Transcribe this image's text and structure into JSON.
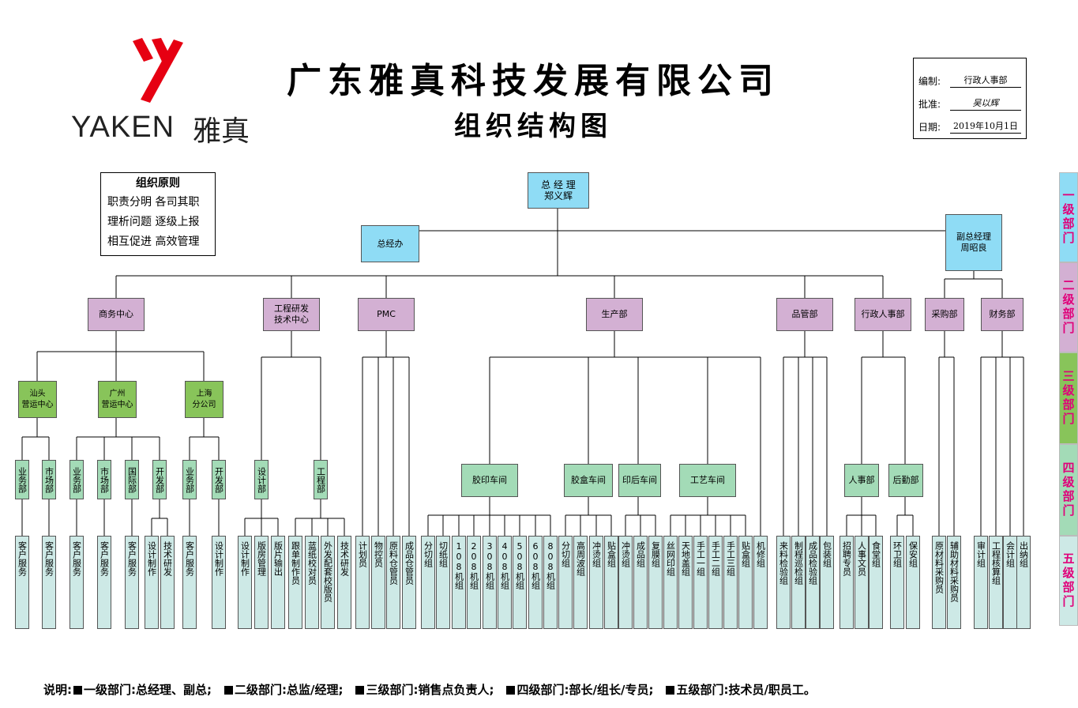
{
  "company": {
    "logo_text": "YAKEN",
    "logo_cn": "雅真",
    "title": "广东雅真科技发展有限公司",
    "subtitle": "组织结构图"
  },
  "meta": {
    "editor_label": "编制:",
    "editor_value": "行政人事部",
    "approve_label": "批准:",
    "approve_value": "吴以辉",
    "date_label": "日期:",
    "date_value": "2019年10月1日"
  },
  "principles": {
    "title": "组织原则",
    "lines": [
      "职责分明  各司其职",
      "理析问题  逐级上报",
      "相互促进  高效管理"
    ]
  },
  "level1": {
    "gm": "总 经 理\n郑义辉",
    "office": "总经办",
    "vgm": "副总经理\n周昭良"
  },
  "level2": [
    "商务中心",
    "工程研发\n技术中心",
    "PMC",
    "生产部",
    "品管部",
    "行政人事部",
    "采购部",
    "财务部"
  ],
  "level3": [
    "汕头\n营运中心",
    "广州\n营运中心",
    "上海\n分公司"
  ],
  "level4_vertical": [
    "业务部",
    "市场部",
    "业务部",
    "市场部",
    "国际部",
    "开发部",
    "业务部",
    "开发部",
    "设计部",
    "工程部"
  ],
  "level4_horizontal": [
    "胶印车间",
    "胶盒车间",
    "印后车间",
    "工艺车间",
    "人事部",
    "后勤部"
  ],
  "level5": [
    "客户服务",
    "客户服务",
    "客户服务",
    "客户服务",
    "客户服务",
    "设计制作",
    "技术研发",
    "客户服务",
    "设计制作",
    "设计制作",
    "版房管理",
    "版片输出",
    "跟单制作员",
    "蓝纸校对员",
    "外发配套校版员",
    "技术研发",
    "计划员",
    "物控员",
    "原料仓管员",
    "成品仓管员",
    "分切组",
    "切纸组",
    "108机组",
    "208机组",
    "308机组",
    "408机组",
    "508机组",
    "608机组",
    "808机组",
    "分切组",
    "高周波组",
    "冲烫组",
    "贴盒组",
    "冲烫组",
    "成品组",
    "复膜组",
    "丝网印组",
    "天地盖组",
    "手工一组",
    "手工二组",
    "手工三组",
    "贴盒组",
    "机修组",
    "来料检验组",
    "制程巡检组",
    "成品检验组",
    "包装组",
    "招聘专员",
    "人事文员",
    "食堂组",
    "环卫组",
    "保安组",
    "原材料采购员",
    "辅助材料采购员",
    "审计组",
    "工程核算组",
    "会计组",
    "出纳组"
  ],
  "sidebar": [
    "一级部门",
    "二级部门",
    "三级部门",
    "四级部门",
    "五级部门"
  ],
  "colors": {
    "level1": "#8fdcf5",
    "level2": "#d3b0d3",
    "level3": "#88c45a",
    "level4": "#a3dbb7",
    "level5": "#cde9e6",
    "sidebar_text": "#e0007a"
  },
  "footer": {
    "prefix": "说明:",
    "items": [
      "一级部门:总经理、副总;",
      "二级部门:总监/经理;",
      "三级部门:销售点负责人;",
      "四级部门:部长/组长/专员;",
      "五级部门:技术员/职员工。"
    ]
  }
}
